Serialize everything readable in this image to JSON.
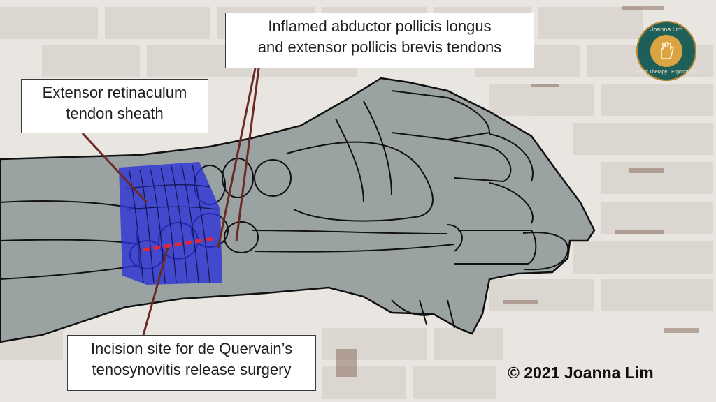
{
  "labels": {
    "retinaculum": [
      "Extensor retinaculum",
      "tendon sheath"
    ],
    "tendons": [
      "Inflamed abductor pollicis longus",
      "and extensor pollicis brevis tendons"
    ],
    "incision": [
      "Incision site for de Quervain’s",
      "tenosynovitis release surgery"
    ]
  },
  "copyright": "© 2021 Joanna Lim",
  "logo": {
    "name": "Joanna Lim",
    "subtitle": "Hand Therapy . Ergonomics"
  },
  "colors": {
    "hand_fill": "#9aa3a2",
    "outline": "#111111",
    "retinaculum_band": "#2a2fd8",
    "incision_line": "#e0283a",
    "leader_line": "#6b2a24",
    "brick_wall": "#e9e6e1"
  }
}
